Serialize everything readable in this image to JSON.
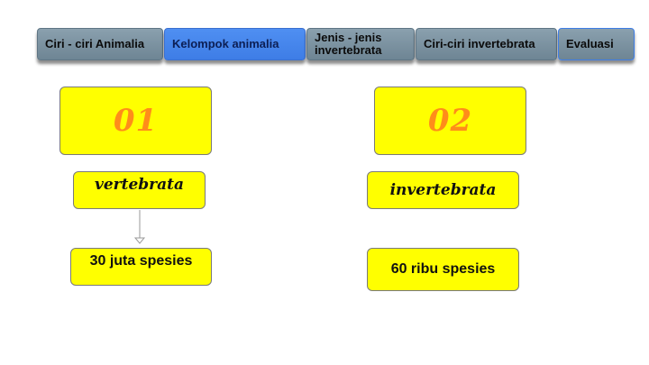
{
  "nav": {
    "tabs": [
      {
        "label": "Ciri - ciri Animalia"
      },
      {
        "label": "Kelompok animalia"
      },
      {
        "label": "Jenis - jenis invertebrata"
      },
      {
        "label": "Ciri-ciri invertebrata"
      },
      {
        "label": "Evaluasi"
      }
    ],
    "active_index": 1
  },
  "groups": [
    {
      "number": "01",
      "name": "vertebrata",
      "species": "30 juta spesies"
    },
    {
      "number": "02",
      "name": "invertebrata",
      "species": "60 ribu spesies"
    }
  ],
  "colors": {
    "box_fill": "#ffff00",
    "number_color": "#ff8c1a",
    "tab_active": "#3e7de6",
    "tab_default": "#7a8f9c"
  }
}
